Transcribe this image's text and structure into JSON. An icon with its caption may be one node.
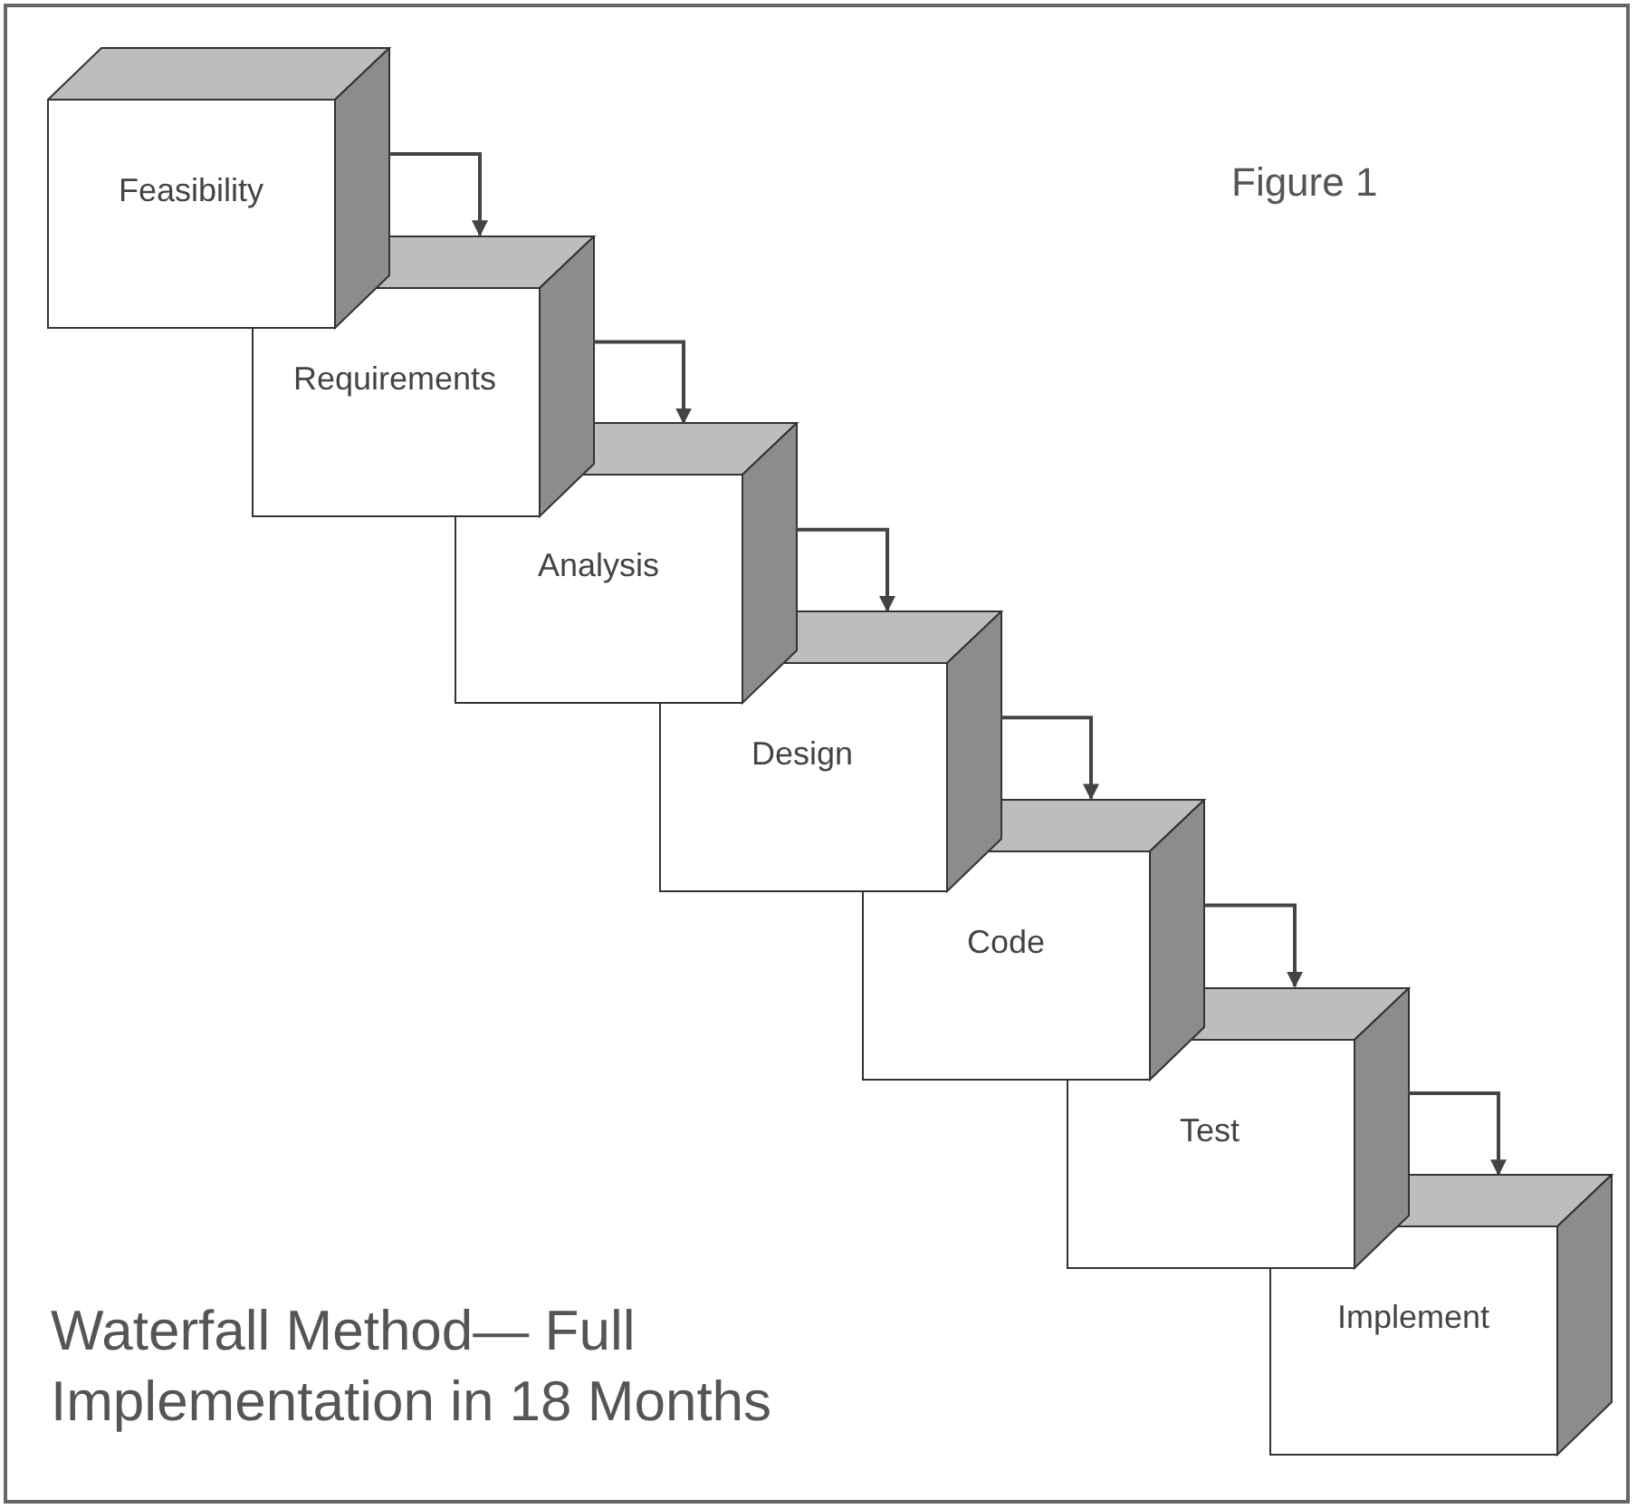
{
  "diagram": {
    "title": "Waterfall Method— Full Implementation in 18 Months",
    "nodes": [
      {
        "text": [
          "Feasibility"
        ]
      },
      {
        "text": [
          "Requirements"
        ]
      },
      {
        "text": [
          "Analysis"
        ]
      },
      {
        "text": [
          "Design"
        ]
      },
      {
        "text": [
          "Code"
        ]
      },
      {
        "text": [
          "Test"
        ]
      },
      {
        "text": [
          "Implement"
        ]
      }
    ],
    "edges": [
      {
        "from": 0,
        "to": 1,
        "arrow": "to"
      },
      {
        "from": 1,
        "to": 2,
        "arrow": "to"
      },
      {
        "from": 2,
        "to": 3,
        "arrow": "to"
      },
      {
        "from": 3,
        "to": 4,
        "arrow": "to"
      },
      {
        "from": 4,
        "to": 5,
        "arrow": "to"
      },
      {
        "from": 5,
        "to": 6,
        "arrow": "to"
      }
    ],
    "labels": [
      "Figure 1"
    ]
  }
}
